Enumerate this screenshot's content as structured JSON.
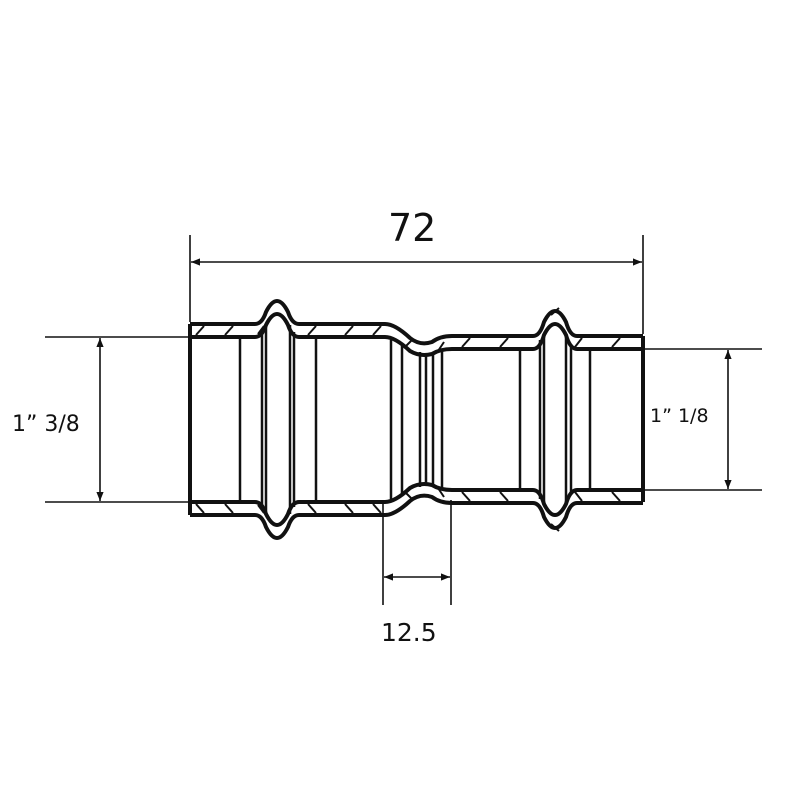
{
  "title": "Reducing press fitting, cross-section",
  "dimensions": {
    "overall_length": "72",
    "left_diameter": "1” 3/8",
    "right_diameter": "1” 1/8",
    "reducer_length": "12.5"
  },
  "colors": {
    "line": "#111111",
    "background": "#ffffff"
  }
}
